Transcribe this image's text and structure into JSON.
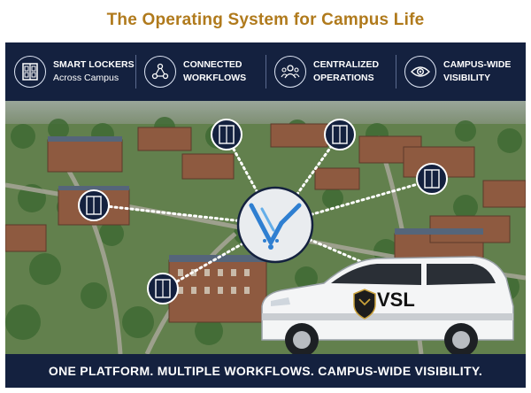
{
  "header": {
    "title": "The Operating System for Campus Life"
  },
  "features": [
    {
      "line1": "SMART LOCKERS",
      "line2": "Across Campus",
      "icon": "locker-icon"
    },
    {
      "line1": "CONNECTED",
      "line2": "WORKFLOWS",
      "icon": "network-icon"
    },
    {
      "line1": "CENTRALIZED",
      "line2": "OPERATIONS",
      "icon": "people-icon"
    },
    {
      "line1": "CAMPUS-WIDE",
      "line2": "VISIBILITY",
      "icon": "eye-icon"
    }
  ],
  "hero": {
    "hub_icon": "v-logo-icon",
    "node_icon": "locker-icon",
    "vehicle_label": "VSL",
    "vehicle_badge_icon": "shield-icon"
  },
  "footer": {
    "tagline": "ONE PLATFORM. MULTIPLE WORKFLOWS. CAMPUS-WIDE VISIBILITY."
  },
  "colors": {
    "navy": "#14213f",
    "gold": "#b07a1c",
    "accent_blue": "#3a8fd8"
  }
}
